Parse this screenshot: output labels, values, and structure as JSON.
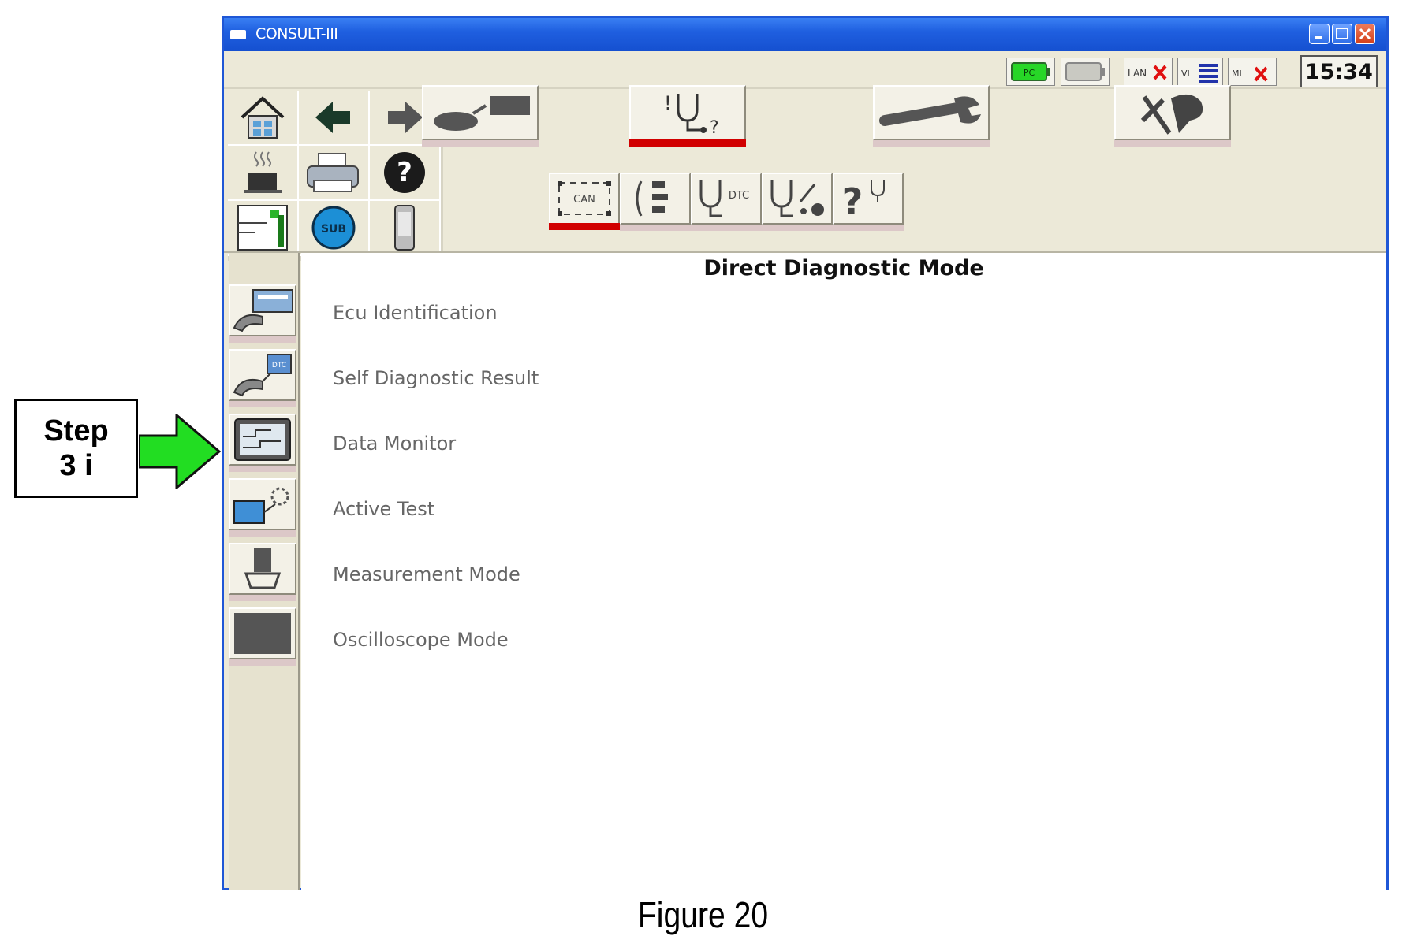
{
  "window": {
    "title": "CONSULT-III"
  },
  "status": {
    "pc_label": "PC",
    "lan_label": "LAN",
    "vi_label": "VI",
    "mi_label": "MI",
    "clock": "15:34"
  },
  "toolbar": {
    "nav": [
      "home-icon",
      "back-arrow-icon",
      "forward-arrow-icon",
      "coffee-break-icon",
      "printer-icon",
      "help-icon",
      "screen-capture-icon",
      "sub-icon",
      "mobile-device-icon"
    ],
    "sub_label": "SUB",
    "modes": [
      "vehicle-select-icon",
      "diagnosis-icon",
      "repair-wrench-icon",
      "other-function-icon"
    ],
    "diag_tabs": [
      "can-system-icon",
      "system-selection-icon",
      "dtc-diagnosis-icon",
      "data-monitor-diag-icon",
      "quick-diagnosis-icon"
    ],
    "can_label": "CAN",
    "dtc_label": "DTC"
  },
  "sidebar": {
    "items": [
      "ecu-identification-icon",
      "self-diagnostic-icon",
      "data-monitor-icon",
      "active-test-icon",
      "measurement-icon",
      "oscilloscope-icon"
    ],
    "dtc_label": "DTC"
  },
  "main": {
    "title": "Direct Diagnostic Mode",
    "menu": [
      "Ecu Identification",
      "Self Diagnostic Result",
      "Data Monitor",
      "Active Test",
      "Measurement Mode",
      "Oscilloscope Mode"
    ]
  },
  "callout": {
    "line1": "Step",
    "line2": "3 i"
  },
  "figure": {
    "caption": "Figure 20"
  },
  "colors": {
    "title_bar": "#1f5fe0",
    "window_bg": "#ece9d8",
    "active_red": "#d10000",
    "callout_arrow": "#22dd22"
  }
}
